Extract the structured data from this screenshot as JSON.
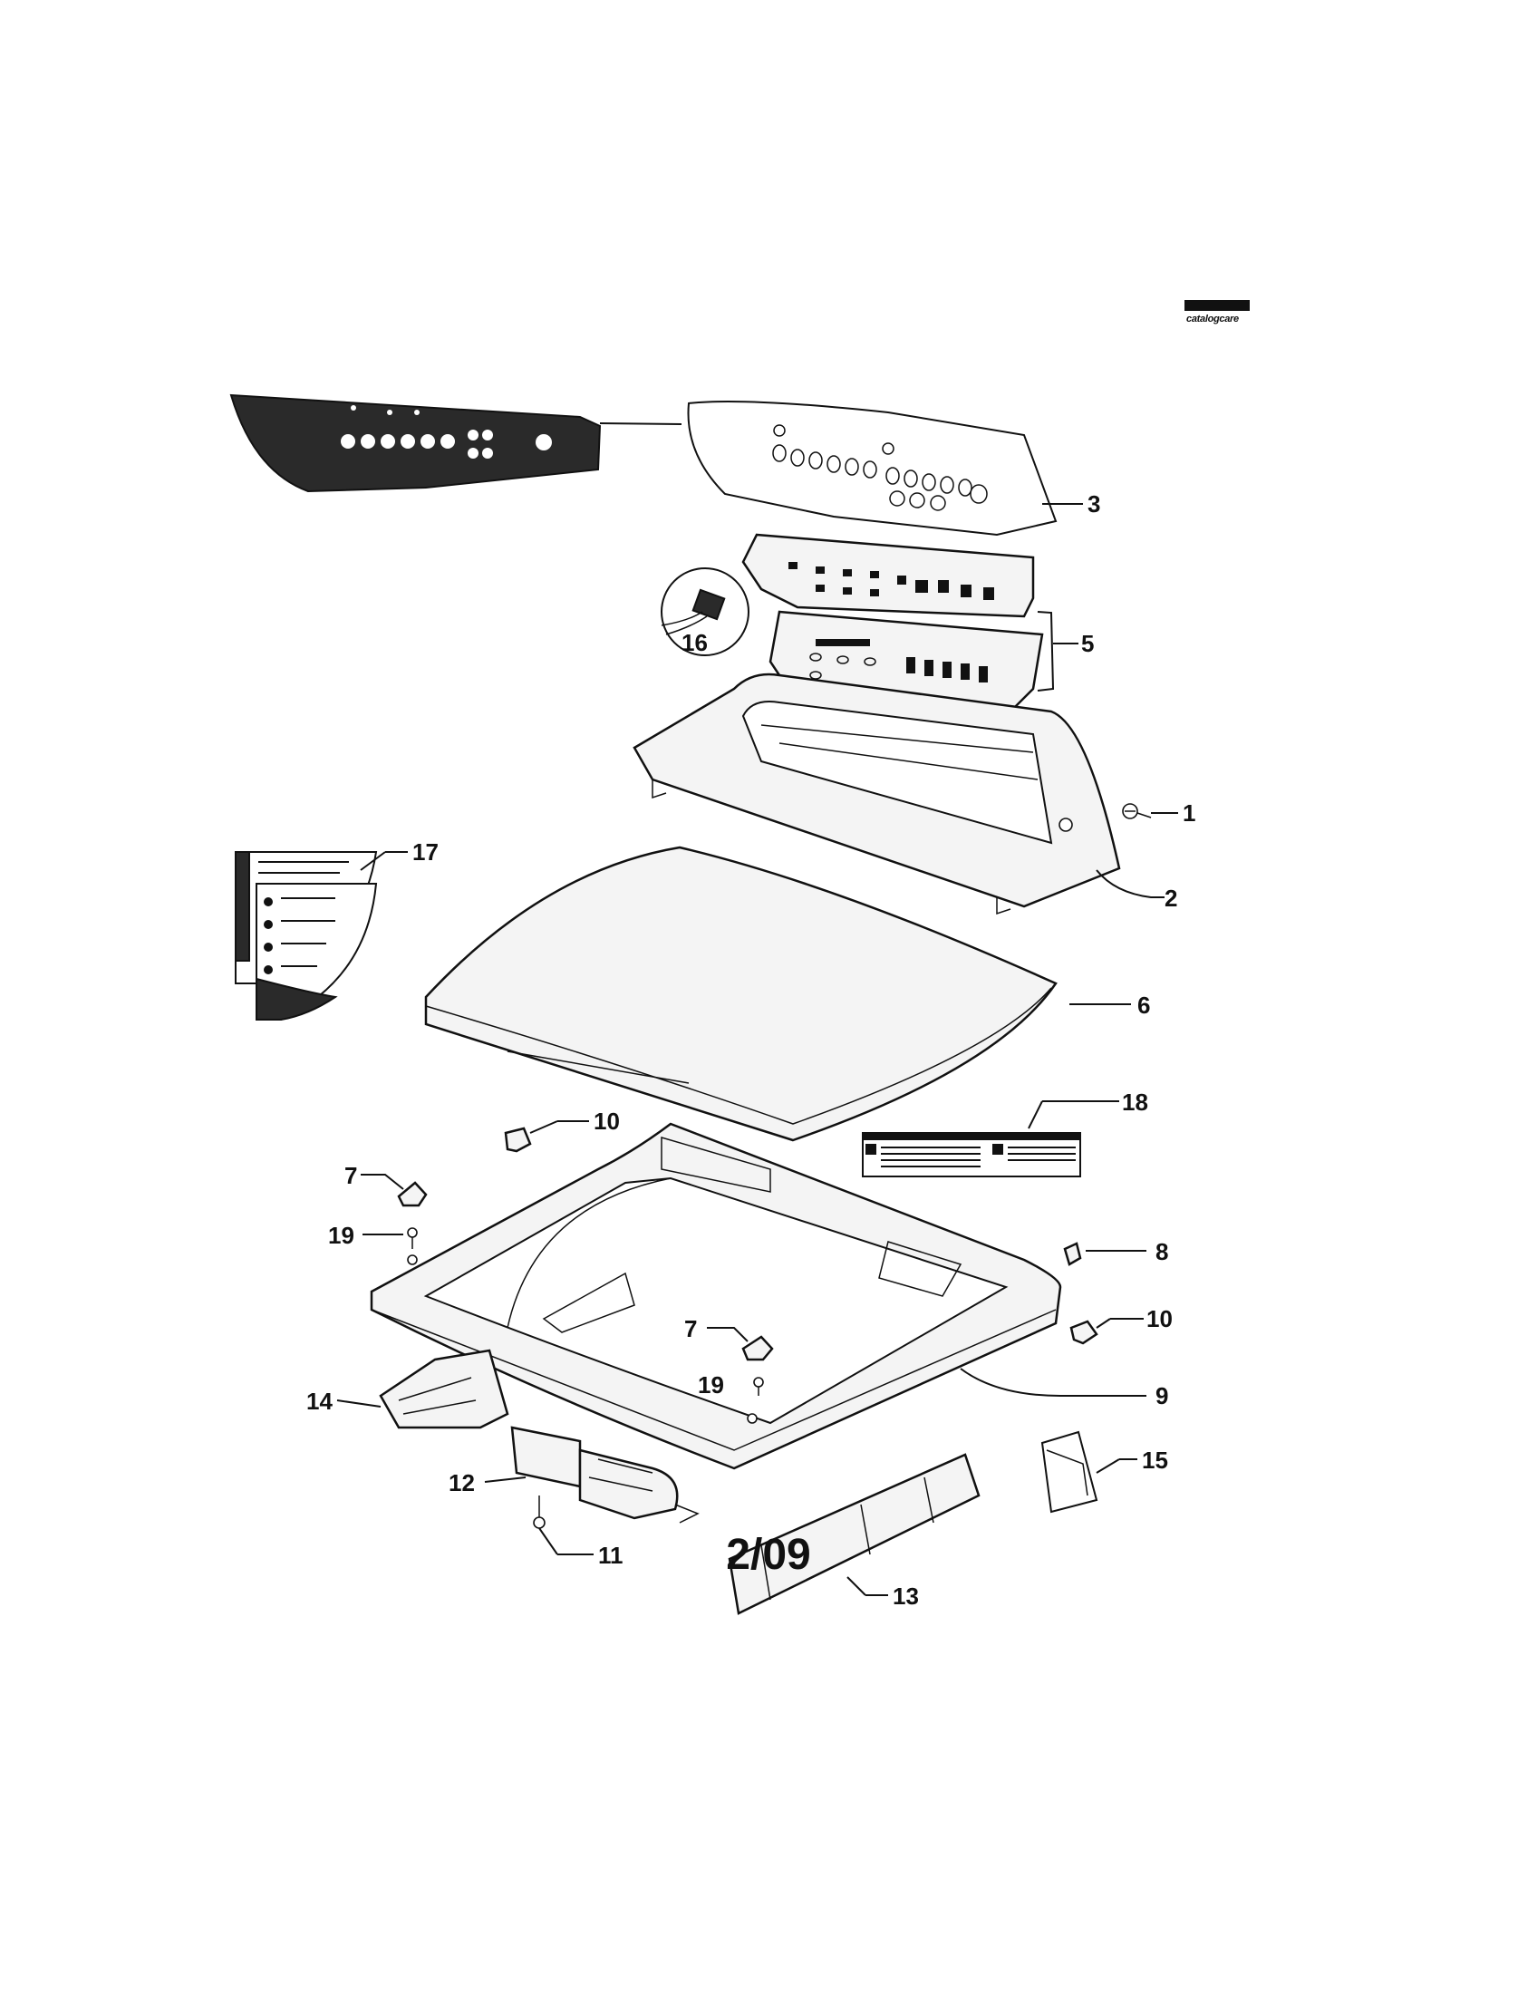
{
  "page_label": "2/09",
  "brand_mark": {
    "text": "catalogcare"
  },
  "callouts": {
    "c1": "1",
    "c2": "2",
    "c3": "3",
    "c5": "5",
    "c6": "6",
    "c7a": "7",
    "c7b": "7",
    "c8": "8",
    "c9": "9",
    "c10a": "10",
    "c10b": "10",
    "c11": "11",
    "c12": "12",
    "c13": "13",
    "c14": "14",
    "c15": "15",
    "c16": "16",
    "c17": "17",
    "c18": "18",
    "c19a": "19",
    "c19b": "19"
  }
}
